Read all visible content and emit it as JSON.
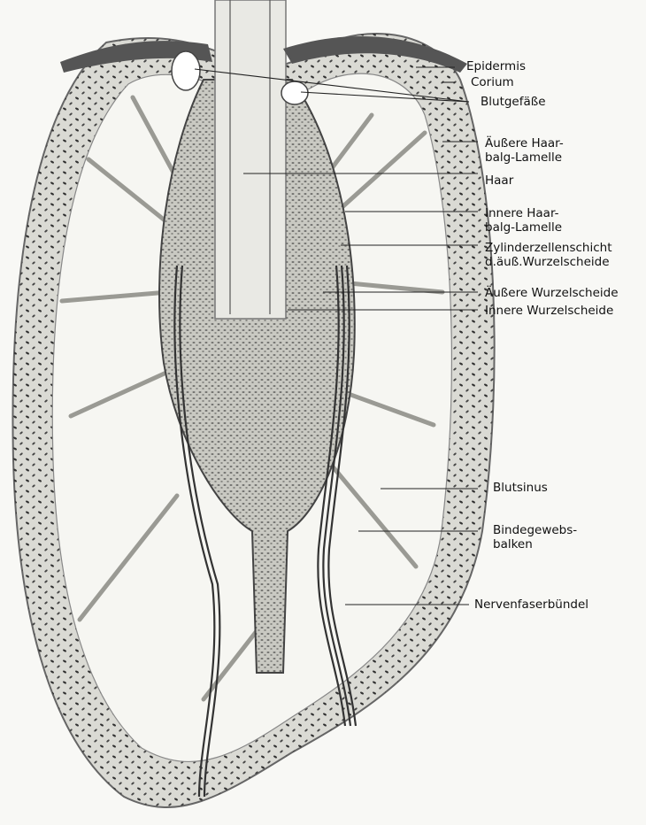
{
  "figure": {
    "labels": {
      "epidermis": "Epidermis",
      "corium": "Corium",
      "blutgefaesse": "Blutgefäße",
      "aeussere_haarbalg_1": "Äußere Haar-",
      "aeussere_haarbalg_2": "balg-Lamelle",
      "haar": "Haar",
      "innere_haarbalg_1": "Innere Haar-",
      "innere_haarbalg_2": "balg-Lamelle",
      "zylinderzellenschicht_1": "Zylinderzellenschicht",
      "zylinderzellenschicht_2": "d.äuß.Wurzelscheide",
      "aeussere_wurzelscheide": "Äußere Wurzelscheide",
      "innere_wurzelscheide": "Innere Wurzelscheide",
      "blutsinus": "Blutsinus",
      "bindegewebsbalken_1": "Bindegewebs-",
      "bindegewebsbalken_2": "balken",
      "nervenfaserbuendel": "Nervenfaserbündel"
    },
    "colors": {
      "paper": "#f8f8f5",
      "tissue": "#d9d9d4",
      "ink": "#222222"
    }
  }
}
